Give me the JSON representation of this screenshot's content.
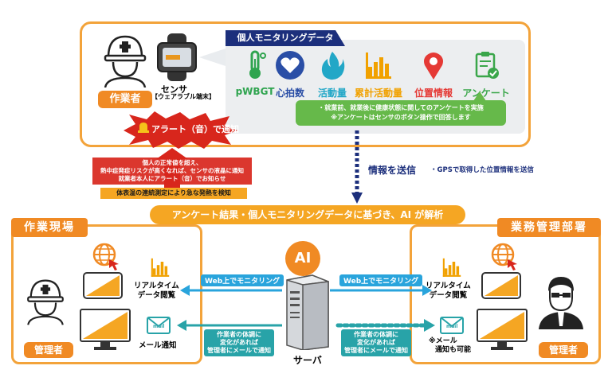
{
  "top": {
    "worker_label": "作業者",
    "sensor_title": "センサ",
    "sensor_sub": "【ウェアラブル端末】",
    "panel_title": "個人モニタリングデータ",
    "items": [
      {
        "label": "pWBGT",
        "color": "#2fa44f",
        "icon": "thermometer-icon"
      },
      {
        "label": "心拍数",
        "color": "#2a4ea6",
        "icon": "heart-icon"
      },
      {
        "label": "活動量",
        "color": "#22a7c7",
        "icon": "flame-icon"
      },
      {
        "label": "累計活動量",
        "color": "#f1a100",
        "icon": "bar-chart-icon"
      },
      {
        "label": "位置情報",
        "color": "#e53935",
        "icon": "map-pin-icon"
      },
      {
        "label": "アンケート",
        "color": "#3aa64a",
        "icon": "clipboard-check-icon"
      }
    ],
    "survey_line1": "・就業前、就業後に健康状態に関してのアンケートを実施",
    "survey_line2": "※アンケートはセンサのボタン操作で回答します",
    "alert_label": "アラート（音）で通知",
    "alert_desc1": "個人の正常値を超え、",
    "alert_desc2": "熱中症発症リスクが高くなれば、センサの液晶に通知",
    "alert_desc3": "就業者本人にアラート（音）でお知らせ",
    "temp_note": "体表温の連続測定により急な発熱を検知",
    "send_label": "情報を送信",
    "gps_note": "・GPSで取得した位置情報を送信"
  },
  "middle": {
    "ai_banner": "アンケート結果・個人モニタリングデータに基づき、AI が解析",
    "ai_label": "AI",
    "server_label": "サーバ"
  },
  "left": {
    "title": "作業現場",
    "realtime": "リアルタイム\nデータ閲覧",
    "mail_icon_text": "mail",
    "mail_notice": "メール通知",
    "manager": "管理者",
    "web_monitor": "Web上でモニタリング",
    "change_note1": "作業者の体調に",
    "change_note2": "変化があれば",
    "change_note3": "管理者にメールで通知"
  },
  "right": {
    "title": "業務管理部署",
    "realtime": "リアルタイム\nデータ閲覧",
    "mail_icon_text": "mail",
    "mail_note1": "※メール",
    "mail_note2": "通知も可能",
    "manager": "管理者",
    "web_monitor": "Web上でモニタリング",
    "change_note1": "作業者の体調に",
    "change_note2": "変化があれば",
    "change_note3": "管理者にメールで通知"
  },
  "colors": {
    "orange": "#f08a24",
    "frame": "#f3a33a",
    "blue": "#29a4dc",
    "navy": "#1c2f7c",
    "red": "#d8261c"
  }
}
